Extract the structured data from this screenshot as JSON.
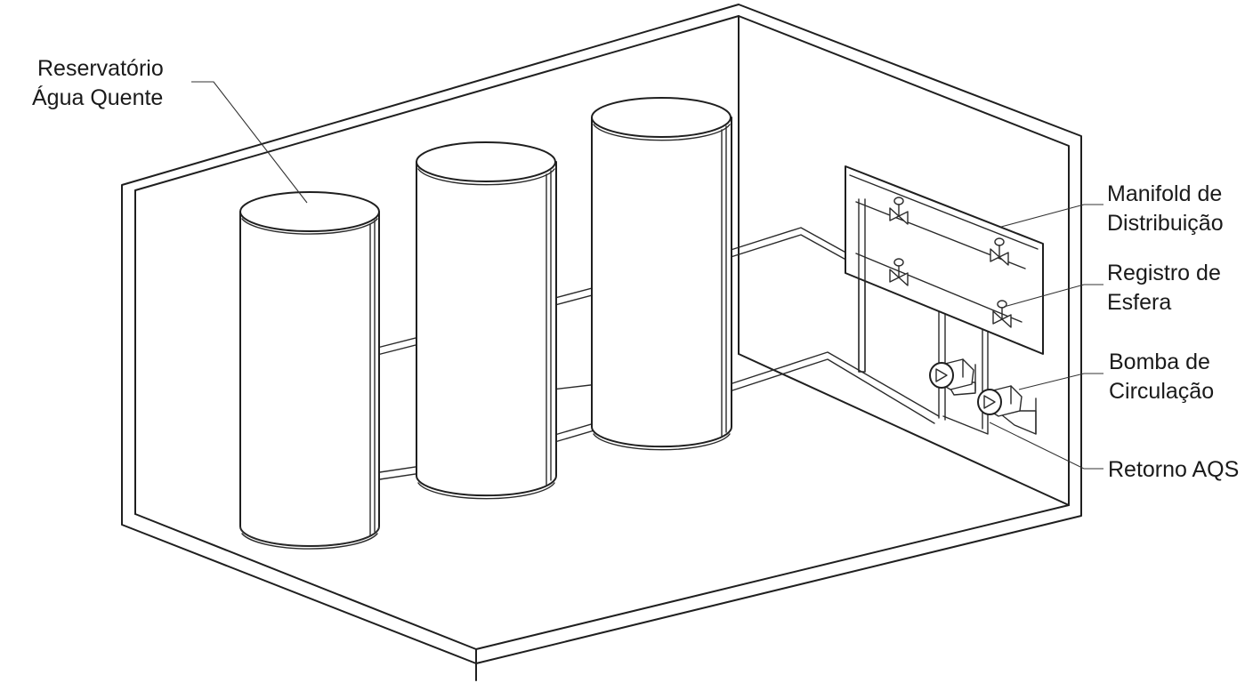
{
  "labels": {
    "reservatorio_line1": "Reservatório",
    "reservatorio_line2": "Água Quente",
    "manifold_line1": "Manifold de",
    "manifold_line2": "Distribuição",
    "registro_line1": "Registro de",
    "registro_line2": "Esfera",
    "bomba_line1": "Bomba de",
    "bomba_line2": "Circulação",
    "retorno": "Retorno AQS"
  },
  "colors": {
    "line": "#1f1f1f",
    "background": "#ffffff"
  }
}
